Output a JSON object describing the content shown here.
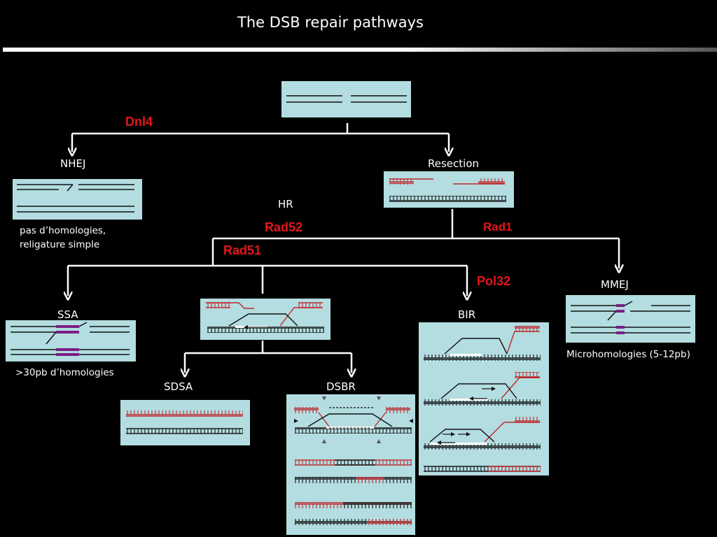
{
  "title": "The DSB repair pathways",
  "pathways": {
    "nhej": "NHEJ",
    "resection": "Resection",
    "hr": "HR",
    "ssa": "SSA",
    "bir": "BIR",
    "mmej": "MMEJ",
    "sdsa": "SDSA",
    "dsbr": "DSBR"
  },
  "proteins": {
    "dnl4": "Dnl4",
    "rad52": "Rad52",
    "rad1": "Rad1",
    "rad51": "Rad51",
    "pol32": "Pol32"
  },
  "notes": {
    "nhej_line1": "pas d’homologies,",
    "nhej_line2": "religature simple",
    "ssa": ">30pb d’homologies",
    "mmej": "Microhomologies (5-12pb)"
  },
  "colors": {
    "background": "#000000",
    "panel": "#b3dde0",
    "protein_label": "#e5161b",
    "dna_red": "#c0282d",
    "dna_black": "#111111",
    "homology": "#7a1f86"
  }
}
